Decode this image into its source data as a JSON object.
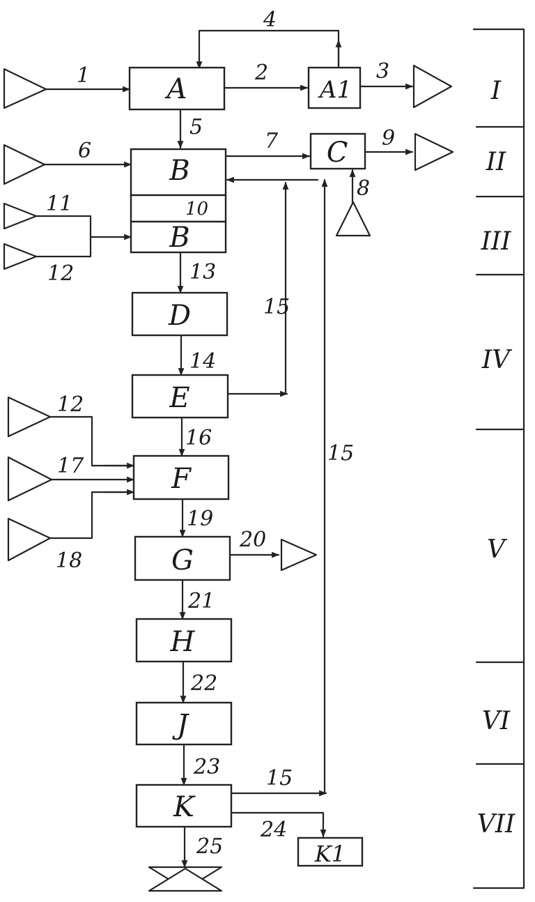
{
  "blocks": {
    "A": "A",
    "A1": "A1",
    "B1": "B",
    "B2": "B",
    "C": "C",
    "D": "D",
    "E": "E",
    "F": "F",
    "G": "G",
    "H": "H",
    "J": "J",
    "K": "K",
    "K1": "K1"
  },
  "flow_labels": {
    "n1": "1",
    "n2": "2",
    "n3": "3",
    "n4": "4",
    "n5": "5",
    "n6": "6",
    "n7": "7",
    "n8": "8",
    "n9": "9",
    "n10": "10",
    "n11": "11",
    "n12a": "12",
    "n12b": "12",
    "n13": "13",
    "n14": "14",
    "n15a": "15",
    "n15b": "15",
    "n15c": "15",
    "n16": "16",
    "n17": "17",
    "n18": "18",
    "n19": "19",
    "n20": "20",
    "n21": "21",
    "n22": "22",
    "n23": "23",
    "n24": "24",
    "n25": "25"
  },
  "stages": {
    "s1": "I",
    "s2": "II",
    "s3": "III",
    "s4": "IV",
    "s5": "V",
    "s6": "VI",
    "s7": "VII"
  }
}
